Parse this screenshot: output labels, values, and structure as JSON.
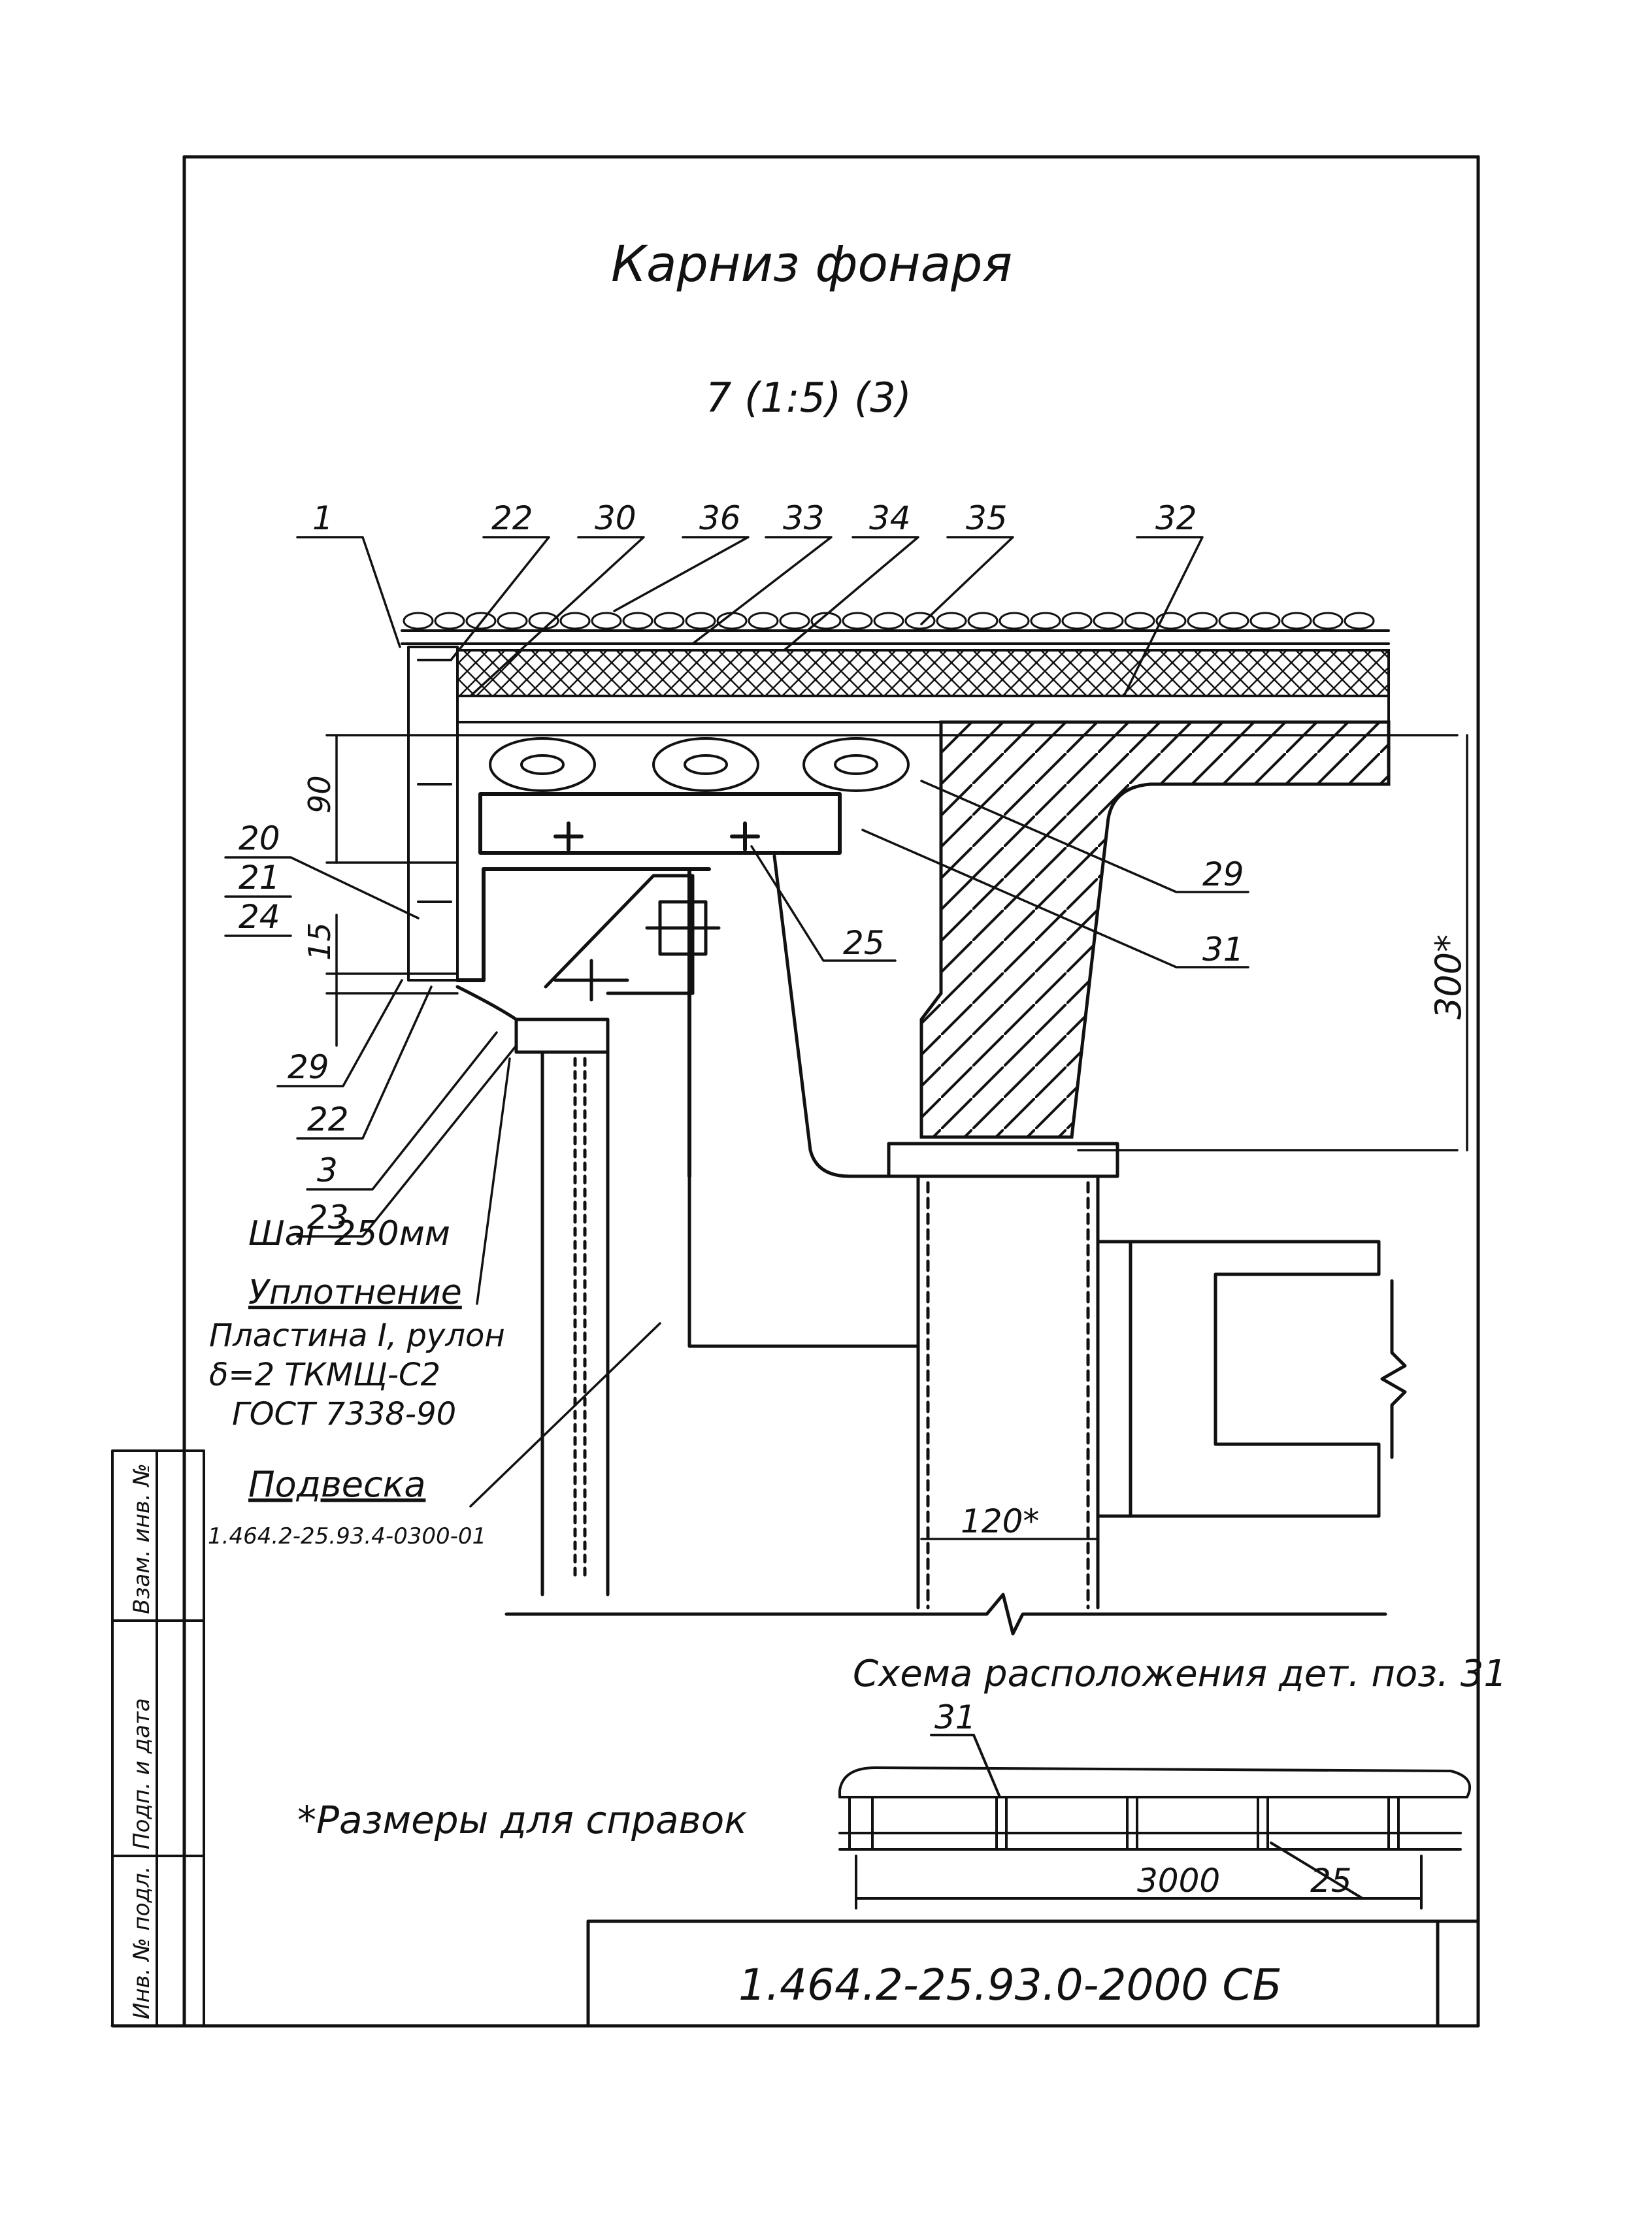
{
  "drawing": {
    "title": "Карниз фонаря",
    "detail_ref": "7 (1:5) (3)",
    "callouts_top": [
      "1",
      "22",
      "30",
      "36",
      "33",
      "34",
      "35",
      "32"
    ],
    "callouts_left": [
      "20",
      "21",
      "24",
      "29",
      "22",
      "3",
      "23"
    ],
    "callouts_right": [
      "29",
      "31",
      "25"
    ],
    "dims": {
      "d90": "90",
      "d15": "15",
      "d300": "300*",
      "d120": "120*",
      "d3000": "3000"
    },
    "notes": {
      "step": "Шаг 250мм",
      "seal": "Уплотнение",
      "plate_1": "Пластина I, рулон",
      "plate_2": "δ=2 ТКМЩ-С2",
      "plate_3": "ГОСТ 7338-90",
      "hanger": "Подвеска",
      "hanger_code": "1.464.2-25.93.4-0300-01"
    },
    "scheme": {
      "title": "Схема расположения дет. поз. 31",
      "label_31": "31",
      "label_25": "25"
    },
    "reference_note": "*Размеры для справок",
    "doc_code": "1.464.2-25.93.0-2000 СБ",
    "side_stamp": [
      "Взам. инв. №",
      "Подп. и дата",
      "Инв. № подл."
    ]
  }
}
